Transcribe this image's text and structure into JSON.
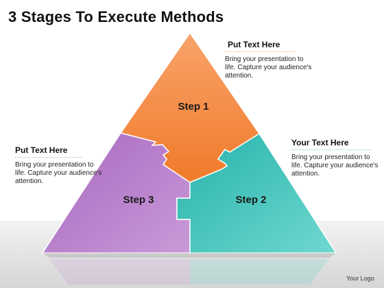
{
  "title": "3 Stages To Execute Methods",
  "steps": [
    {
      "label": "Step 1",
      "color": "#f58a3f"
    },
    {
      "label": "Step 2",
      "color": "#3fc7bd"
    },
    {
      "label": "Step 3",
      "color": "#b07cc6"
    }
  ],
  "callouts": {
    "top": {
      "heading": "Put Text Here",
      "body": "Bring your presentation to life. Capture your audience's attention."
    },
    "left": {
      "heading": "Put Text Here",
      "body": "Bring your presentation to life. Capture your audience's attention."
    },
    "right": {
      "heading": "Your Text Here",
      "body": "Bring your presentation to life. Capture your audience's attention."
    }
  },
  "logo": "Your Logo"
}
